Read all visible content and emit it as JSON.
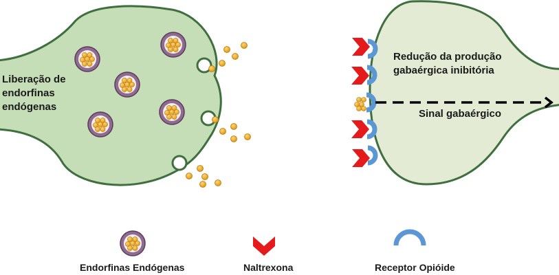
{
  "presynaptic": {
    "label": "Liberação de endorfinas endógenas"
  },
  "postsynaptic": {
    "label": "Redução da produção gabaérgica inibitória"
  },
  "signal": {
    "label": "Sinal gabaérgico"
  },
  "legend": {
    "endorphins": "Endorfinas Endógenas",
    "naltrexone": "Naltrexona",
    "receptor": "Receptor Opióide"
  },
  "colors": {
    "presynaptic_fill": "#c6deb7",
    "postsynaptic_fill": "#e3ebd5",
    "membrane": "#3f6f3f",
    "vesicle_outer": "#8f6b8f",
    "vesicle_inner": "#f3eef3",
    "endorphin": "#f2aa1f",
    "naltrexone": "#e51b1b",
    "receptor": "#5b97d4"
  }
}
